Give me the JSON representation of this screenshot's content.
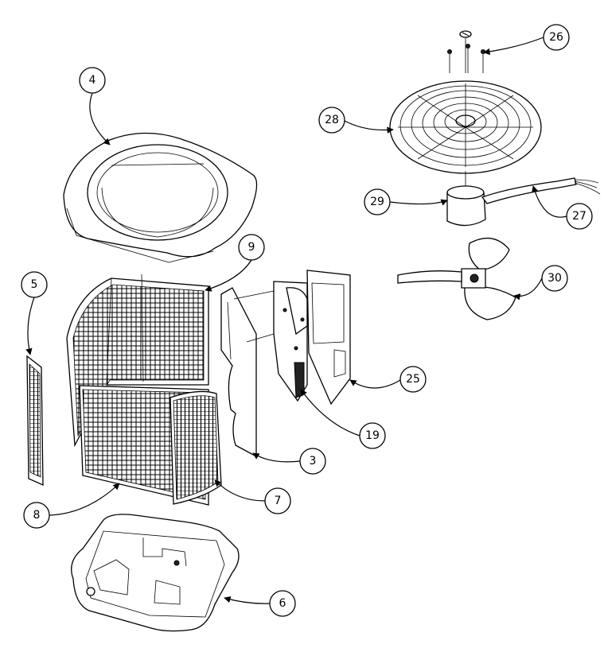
{
  "callouts": [
    {
      "id": "4",
      "label": "4"
    },
    {
      "id": "5",
      "label": "5"
    },
    {
      "id": "9",
      "label": "9"
    },
    {
      "id": "8",
      "label": "8"
    },
    {
      "id": "7",
      "label": "7"
    },
    {
      "id": "3",
      "label": "3"
    },
    {
      "id": "19",
      "label": "19"
    },
    {
      "id": "25",
      "label": "25"
    },
    {
      "id": "6",
      "label": "6"
    },
    {
      "id": "26",
      "label": "26"
    },
    {
      "id": "28",
      "label": "28"
    },
    {
      "id": "29",
      "label": "29"
    },
    {
      "id": "27",
      "label": "27"
    },
    {
      "id": "30",
      "label": "30"
    }
  ]
}
